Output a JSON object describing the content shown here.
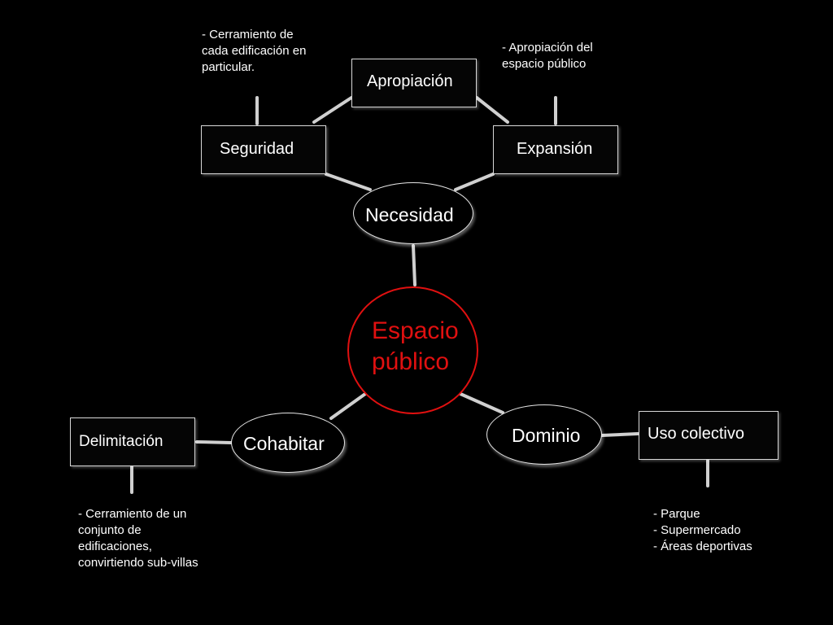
{
  "center": {
    "lines": [
      "Espacio",
      "público"
    ],
    "color": "#e01010"
  },
  "nodes": {
    "necesidad": "Necesidad",
    "cohabitar": "Cohabitar",
    "dominio": "Dominio"
  },
  "boxes": {
    "apropiacion": "Apropiación",
    "seguridad": "Seguridad",
    "expansion": "Expansión",
    "delimitacion": "Delimitación",
    "uso_colectivo": "Uso colectivo"
  },
  "notes": {
    "seguridad": [
      "- Cerramiento de",
      "cada edificación en",
      "particular."
    ],
    "expansion": [
      "- Apropiación del",
      "espacio público"
    ],
    "delimitacion": [
      "- Cerramiento de un",
      "conjunto de",
      "edificaciones,",
      "convirtiendo sub-villas"
    ],
    "uso_colectivo": [
      "- Parque",
      "- Supermercado",
      "- Áreas deportivas"
    ]
  }
}
